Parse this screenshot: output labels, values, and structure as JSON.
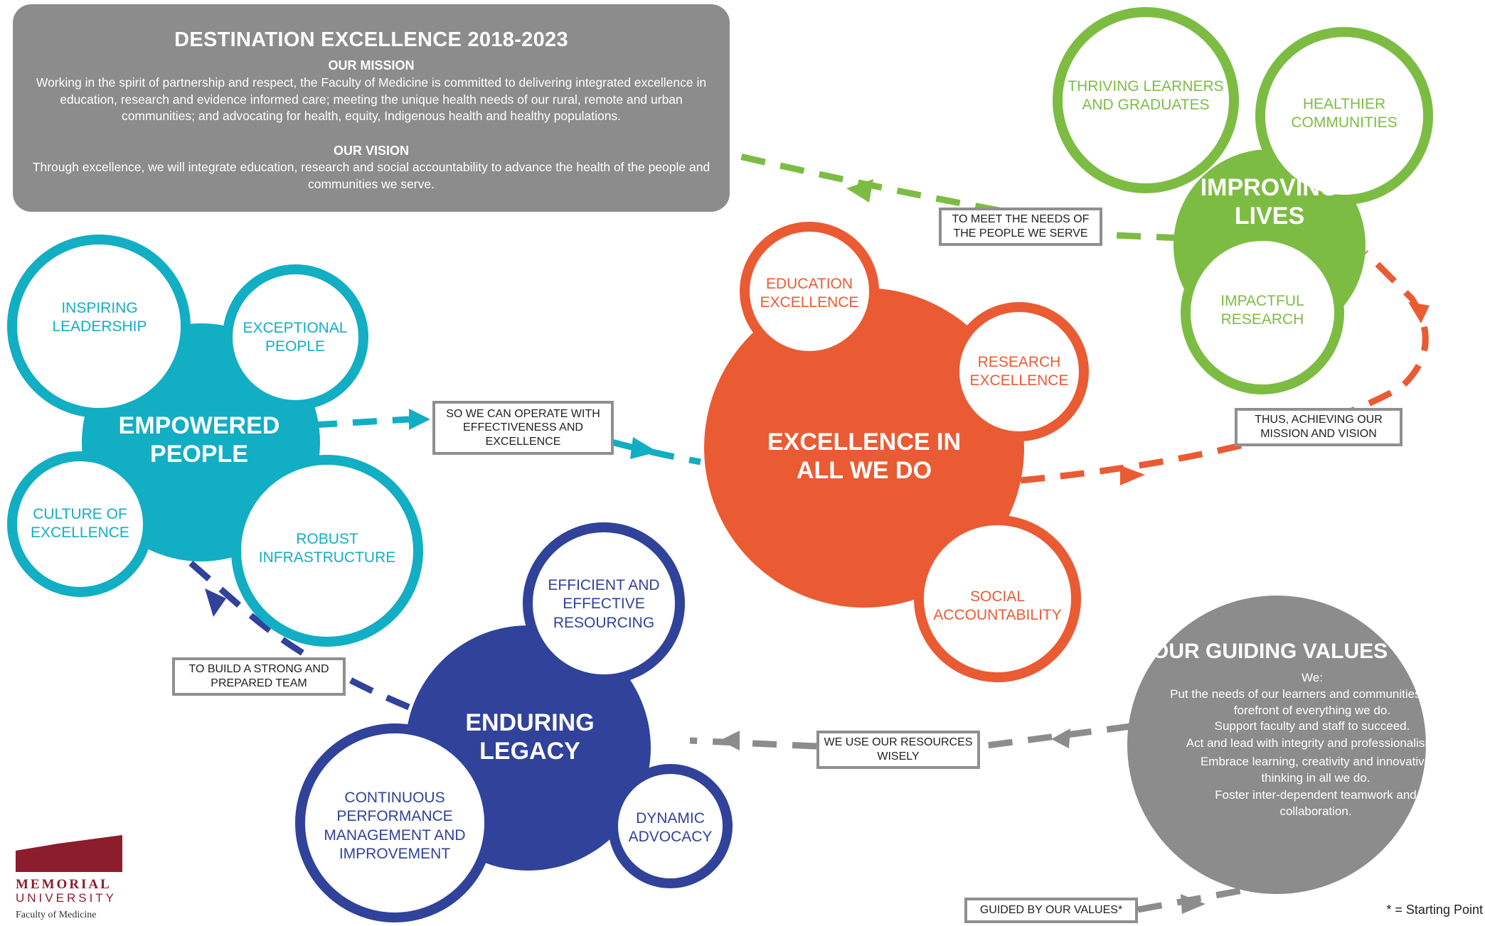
{
  "mission_box": {
    "title": "DESTINATION EXCELLENCE 2018-2023",
    "mission_heading": "OUR MISSION",
    "mission_text": "Working in the spirit of partnership and respect, the Faculty of Medicine is committed to delivering integrated excellence in education, research and evidence informed care; meeting the unique health needs of our rural, remote and urban communities; and advocating for health, equity, Indigenous health and healthy populations.",
    "vision_heading": "OUR VISION",
    "vision_text": "Through excellence, we will integrate education, research and social accountability to advance the health of the people and communities we serve."
  },
  "improving_lives": {
    "title": "IMPROVING LIVES",
    "items": [
      "THRIVING LEARNERS AND GRADUATES",
      "HEALTHIER COMMUNITIES",
      "IMPACTFUL RESEARCH"
    ],
    "color": "#7dbc43"
  },
  "empowered_people": {
    "title": "EMPOWERED PEOPLE",
    "items": [
      "INSPIRING LEADERSHIP",
      "EXCEPTIONAL PEOPLE",
      "CULTURE OF EXCELLENCE",
      "ROBUST INFRASTRUCTURE"
    ],
    "color": "#12aec3"
  },
  "excellence": {
    "title": "EXCELLENCE IN ALL WE DO",
    "items": [
      "EDUCATION EXCELLENCE",
      "RESEARCH EXCELLENCE",
      "SOCIAL ACCOUNTABILITY"
    ],
    "color": "#ea5b33"
  },
  "enduring_legacy": {
    "title": "ENDURING LEGACY",
    "items": [
      "EFFICIENT AND EFFECTIVE RESOURCING",
      "CONTINUOUS PERFORMANCE MANAGEMENT AND IMPROVEMENT",
      "DYNAMIC ADVOCACY"
    ],
    "color": "#30429a"
  },
  "guiding_values": {
    "title": "OUR GUIDING VALUES",
    "lines": [
      "We:",
      "Put the needs of our learners and communities at the forefront of everything we do.",
      "Support faculty and staff to succeed.",
      "Act and lead with integrity and professionalism.",
      "Embrace learning, creativity and innovative thinking in all we do.",
      "Foster inter-dependent teamwork and collaboration."
    ],
    "color": "#8c8c8c"
  },
  "connector_labels": {
    "meet_needs": "TO MEET THE NEEDS OF THE PEOPLE WE SERVE",
    "operate": "SO WE CAN OPERATE WITH EFFECTIVENESS AND EXCELLENCE",
    "achieving": "THUS, ACHIEVING OUR MISSION AND VISION",
    "build_team": "TO BUILD A STRONG AND PREPARED TEAM",
    "resources": "WE USE OUR RESOURCES WISELY",
    "guided": "GUIDED BY OUR VALUES*"
  },
  "footnote": "* = Starting Point",
  "logo": {
    "name": "MEMORIAL",
    "name2": "UNIVERSITY",
    "faculty": "Faculty of Medicine",
    "color": "#8b1d2c"
  }
}
